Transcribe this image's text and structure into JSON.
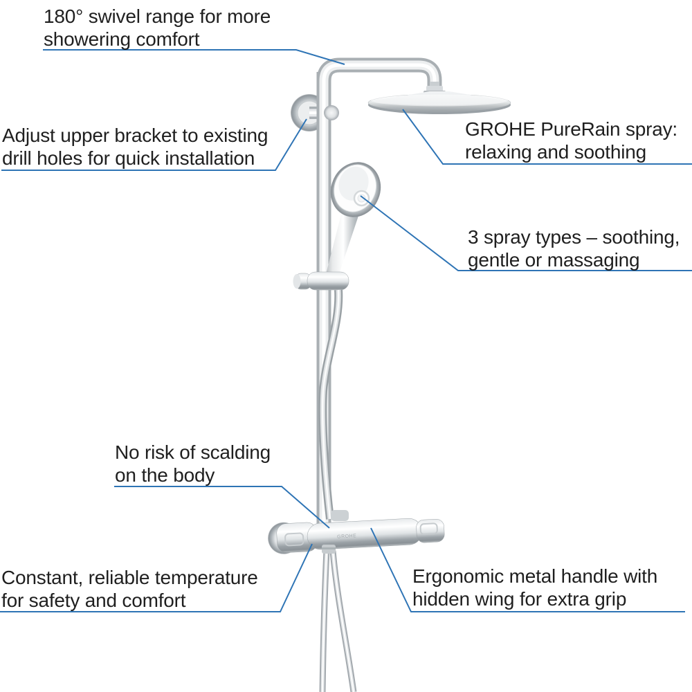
{
  "colors": {
    "background": "#ffffff",
    "callout_blue": "#2e74b5",
    "text": "#1f1f1f",
    "chrome_light": "#eceeef",
    "chrome_dark": "#9aa1a5"
  },
  "product": {
    "logo_text": "GROHE"
  },
  "labels": {
    "swivel": {
      "text": "180° swivel range for more\nshowering comfort"
    },
    "bracket": {
      "text": "Adjust upper bracket to existing\ndrill holes for quick installation"
    },
    "purerain": {
      "text": "GROHE PureRain spray:\nrelaxing and soothing"
    },
    "spray_types": {
      "text": "3 spray types – soothing,\ngentle or massaging"
    },
    "scalding": {
      "text": "No risk of scalding\non the body"
    },
    "temperature": {
      "text": "Constant, reliable temperature\nfor safety and comfort"
    },
    "handle": {
      "text": "Ergonomic metal handle with\nhidden wing for extra grip"
    }
  }
}
